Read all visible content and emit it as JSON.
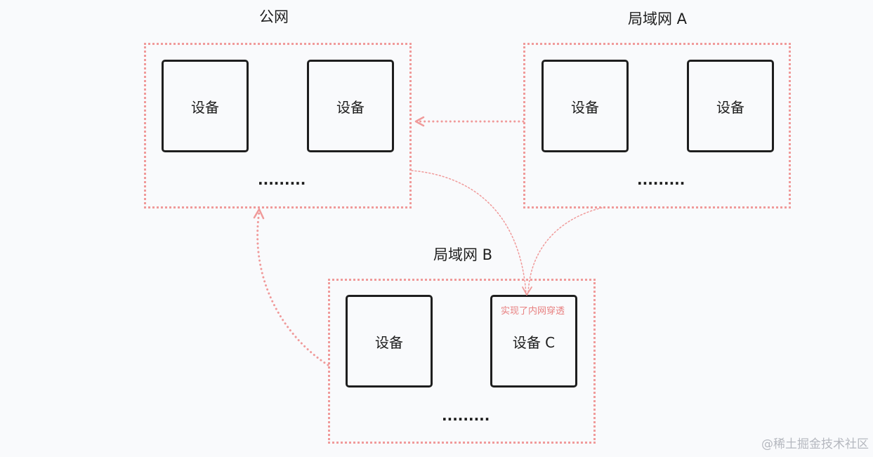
{
  "public_network": {
    "title": "公网",
    "devices": [
      "设备",
      "设备"
    ],
    "ellipsis": "........."
  },
  "lan_a": {
    "title": "局域网 A",
    "devices": [
      "设备",
      "设备"
    ],
    "ellipsis": "........."
  },
  "lan_b": {
    "title": "局域网 B",
    "devices": [
      "设备",
      "设备 C"
    ],
    "ellipsis": ".........",
    "annotation": "实现了内网穿透"
  },
  "watermark": "@稀土掘金技术社区",
  "colors": {
    "background": "#f9fafc",
    "stroke": "#1e1e1e",
    "dotted": "#f09a9a",
    "annotation": "#e88080"
  }
}
